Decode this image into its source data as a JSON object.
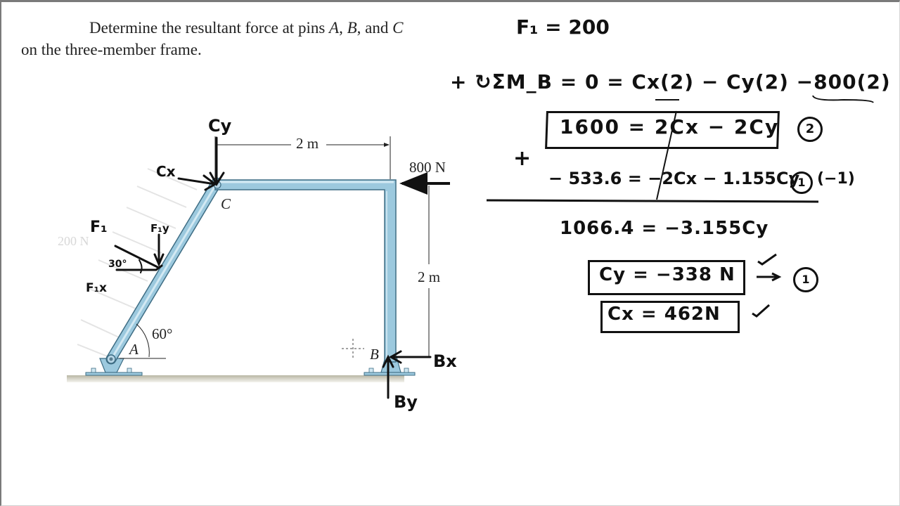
{
  "problem": {
    "line1_prefix": "Determine the resultant force at pins ",
    "pin_a": "A",
    "sep1": ", ",
    "pin_b": "B",
    "sep2": ", and ",
    "pin_c": "C",
    "line2": "on the three-member frame."
  },
  "diagram": {
    "colors": {
      "member_fill": "#9cc9de",
      "member_edge": "#3e6d84",
      "ground": "#c9c7b8",
      "ink": "#111111"
    },
    "labels": {
      "pin_a": "A",
      "pin_b": "B",
      "pin_c": "C",
      "angle_60": "60°",
      "angle_30": "30°",
      "dim_top": "2 m",
      "dim_right": "2 m",
      "load": "800 N",
      "faded_load": "200 N"
    },
    "handwritten": {
      "cy": "Cy",
      "cx": "Cx",
      "f1": "F₁",
      "f1y": "F₁y",
      "f1x": "F₁x",
      "bx": "Bx",
      "by": "By"
    }
  },
  "notes": {
    "f1_value": "F₁ = 200",
    "moment_eq": "+ ↻ΣM_B = 0 = Cx(2) − Cy(2) −800(2)",
    "eq2": "1600 = 2Cx − 2Cy",
    "eq2_tag": "2",
    "plus_sign": "+",
    "eq1": "− 533.6 = −2Cx − 1.155Cy",
    "eq1_tag": "1",
    "eq1_mult": "(−1)",
    "sum_eq": "1066.4 = −3.155Cy",
    "cy_result": "Cy = −338 N",
    "cy_arrow_tag": "1",
    "cx_result": "Cx = 462N"
  }
}
